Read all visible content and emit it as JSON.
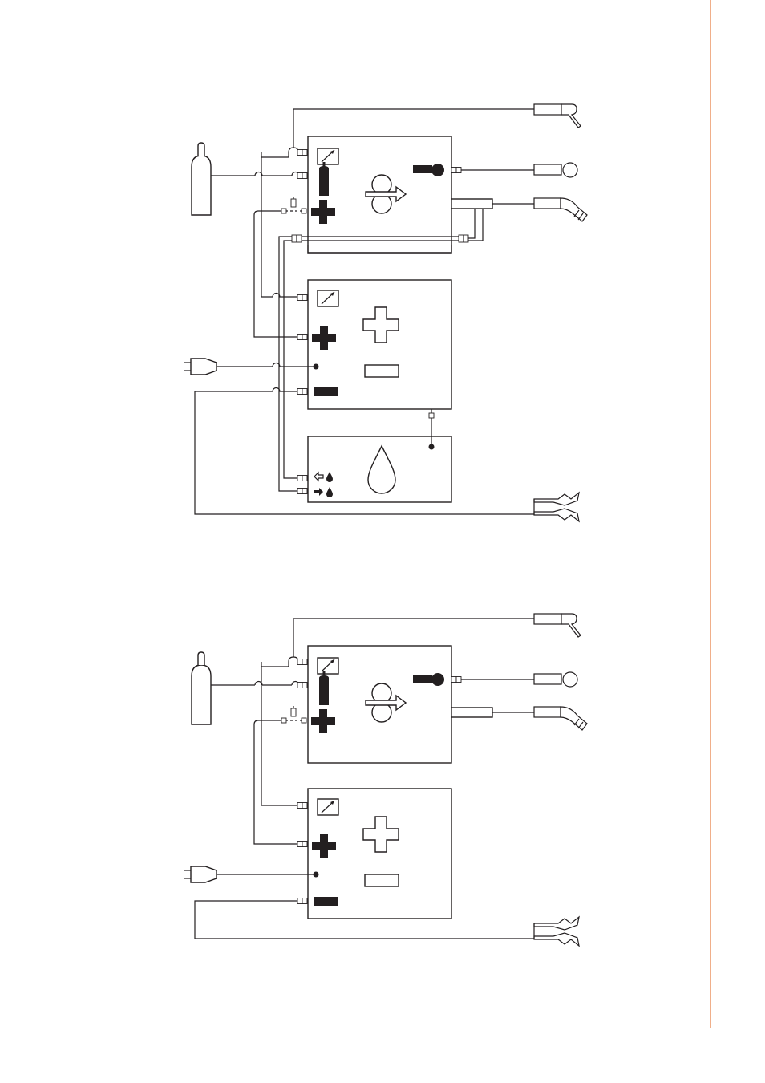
{
  "page": {
    "accent_color": "#e8844a",
    "line_color": "#231f20"
  },
  "diagrams": [
    {
      "variant": "water-cooled",
      "components": [
        "gas-cylinder",
        "wire-feeder",
        "power-source",
        "cooling-unit",
        "mains-plug",
        "work-clamp",
        "remote-control",
        "spool-gun",
        "torch"
      ]
    },
    {
      "variant": "gas-cooled",
      "components": [
        "gas-cylinder",
        "wire-feeder",
        "power-source",
        "mains-plug",
        "work-clamp",
        "remote-control",
        "spool-gun",
        "torch"
      ]
    }
  ],
  "icons": [
    "gas-cylinder-icon",
    "wire-drive-rolls-icon",
    "remote-meter-icon",
    "plus-terminal-icon",
    "minus-terminal-icon",
    "water-drop-icon",
    "coolant-out-icon",
    "coolant-in-icon",
    "mains-plug-icon",
    "work-clamp-icon",
    "mig-torch-icon",
    "spool-gun-icon",
    "remote-control-icon"
  ]
}
